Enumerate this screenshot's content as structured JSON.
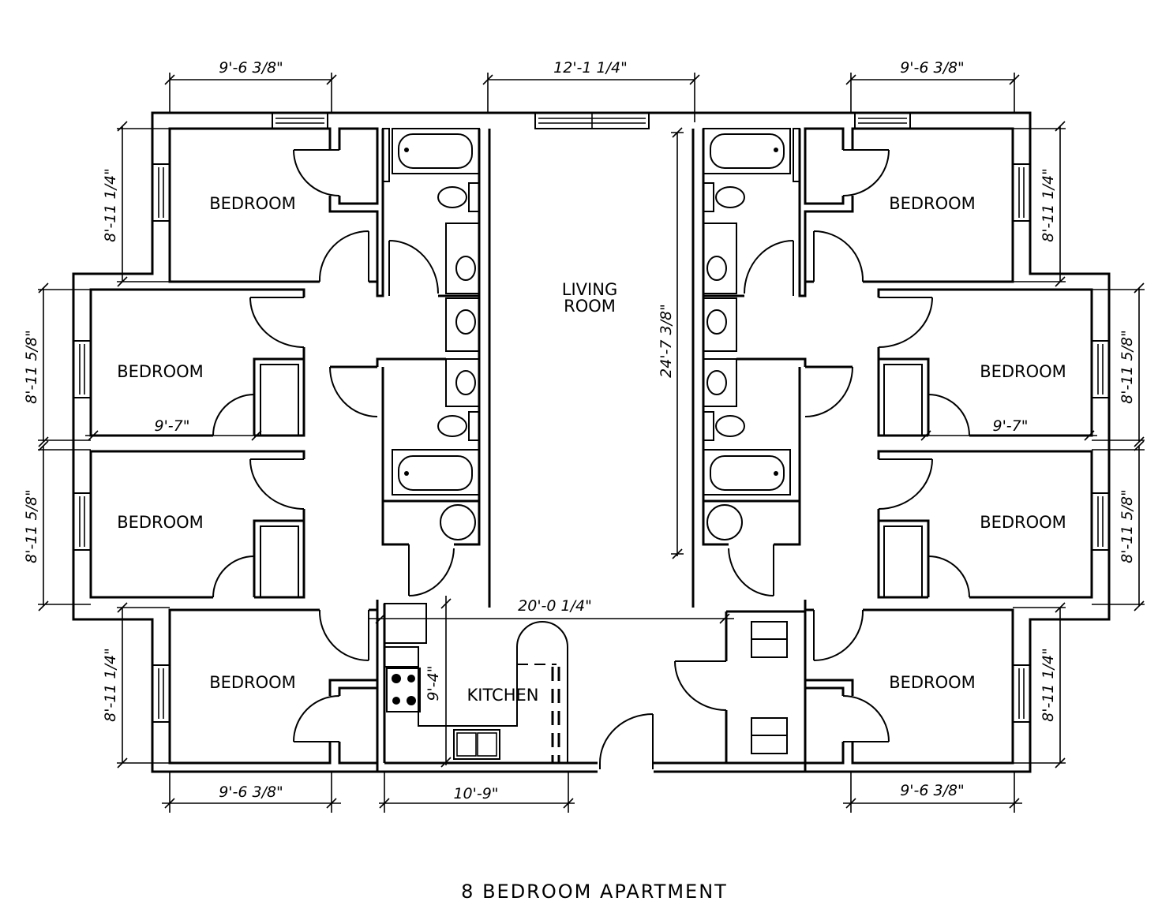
{
  "title": "8 BEDROOM APARTMENT",
  "rooms": {
    "bedroom_1": "BEDROOM",
    "bedroom_2": "BEDROOM",
    "bedroom_3": "BEDROOM",
    "bedroom_4": "BEDROOM",
    "bedroom_5": "BEDROOM",
    "bedroom_6": "BEDROOM",
    "bedroom_7": "BEDROOM",
    "bedroom_8": "BEDROOM",
    "living_line1": "LIVING",
    "living_line2": "ROOM",
    "kitchen": "KITCHEN"
  },
  "dimensions": {
    "top_left": "9'-6 3/8\"",
    "top_center": "12'-1 1/4\"",
    "top_right": "9'-6 3/8\"",
    "left_upper": "8'-11 1/4\"",
    "left_mid_upper": "8'-11 5/8\"",
    "left_mid_lower": "8'-11 5/8\"",
    "left_lower": "8'-11 1/4\"",
    "right_upper": "8'-11 1/4\"",
    "right_mid_upper": "8'-11 5/8\"",
    "right_mid_lower": "8'-11 5/8\"",
    "right_lower": "8'-11 1/4\"",
    "bedroom_width_left": "9'-7\"",
    "bedroom_width_right": "9'-7\"",
    "living_length": "24'-7 3/8\"",
    "overall_width": "20'-0 1/4\"",
    "kitchen_depth": "9'-4\"",
    "bottom_left": "9'-6 3/8\"",
    "kitchen_width": "10'-9\"",
    "bottom_right": "9'-6 3/8\""
  }
}
